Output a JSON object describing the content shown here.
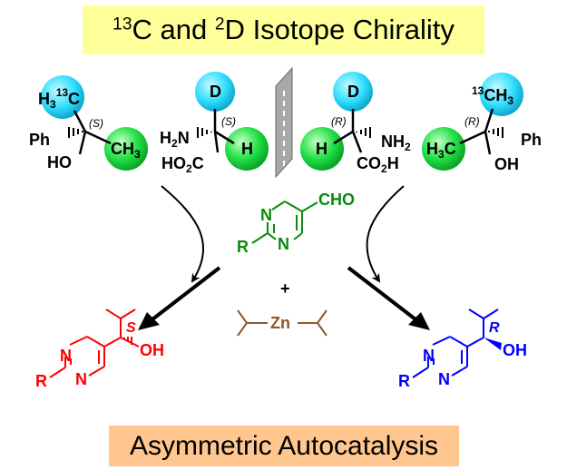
{
  "title": {
    "iso13": "13",
    "part1": "C and ",
    "iso2": "2",
    "part2": "D Isotope Chirality"
  },
  "footer": "Asymmetric Autocatalysis",
  "mol_s_alcohol": {
    "h3": "H",
    "sub3": "3",
    "iso13": "13",
    "c": "C",
    "stereo": "(S)",
    "ph": "Ph",
    "ch3": "CH",
    "sub3b": "3",
    "ho": "HO"
  },
  "mol_s_amino": {
    "d": "D",
    "stereo": "(S)",
    "h2n_h": "H",
    "h2n_sub": "2",
    "h2n_n": "N",
    "h": "H",
    "co2h_a": "HO",
    "co2h_sub": "2",
    "co2h_b": "C"
  },
  "mol_r_amino": {
    "d": "D",
    "stereo": "(R)",
    "h": "H",
    "nh2_n": "NH",
    "nh2_sub": "2",
    "co2h_a": "CO",
    "co2h_sub": "2",
    "co2h_b": "H"
  },
  "mol_r_alcohol": {
    "iso13": "13",
    "ch3": "CH",
    "sub3": "3",
    "stereo": "(R)",
    "ph": "Ph",
    "h3c": "H",
    "h3c_sub": "3",
    "h3c_c": "C",
    "oh": "OH"
  },
  "aldehyde": {
    "n1": "N",
    "n2": "N",
    "cho": "CHO",
    "r": "R"
  },
  "plus": "+",
  "zinc": "Zn",
  "product_s": {
    "n1": "N",
    "n2": "N",
    "r": "R",
    "stereo": "S",
    "oh": "OH"
  },
  "product_r": {
    "n1": "N",
    "n2": "N",
    "r": "R",
    "stereo": "R",
    "oh": "OH"
  },
  "colors": {
    "title_bg": "#ffff99",
    "footer_bg": "#ffc78f",
    "cyan_sphere": "#33e0ff",
    "green_sphere": "#22e046",
    "aldehyde_green": "#0a8a0a",
    "zinc_brown": "#8b5a2b",
    "product_s_red": "#ff0000",
    "product_r_blue": "#0000ff",
    "mirror_gray": "#a8a8a8"
  }
}
